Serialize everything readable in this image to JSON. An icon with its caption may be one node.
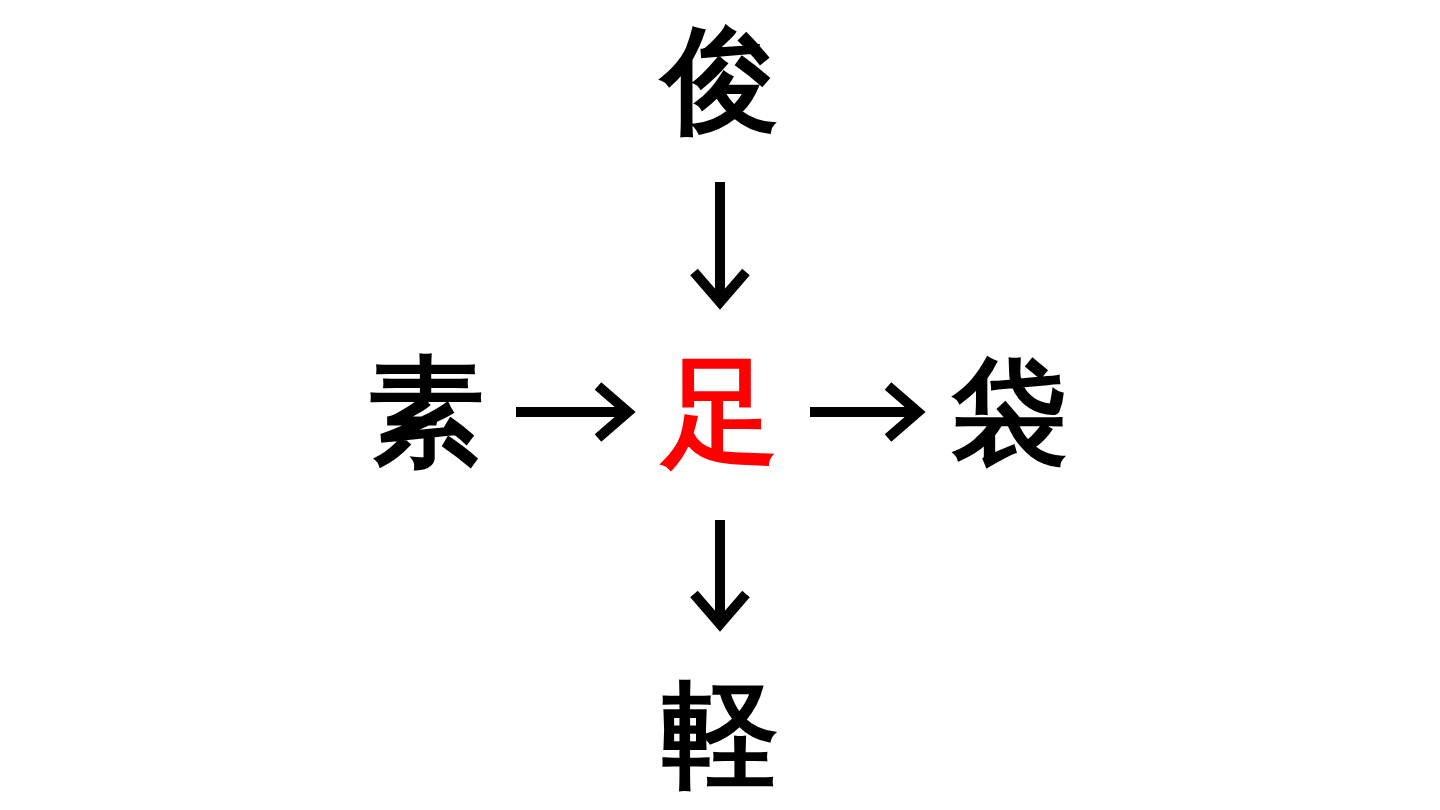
{
  "diagram": {
    "nodes": [
      {
        "text": [
          "俊"
        ]
      },
      {
        "text": [
          "素"
        ]
      },
      {
        "text": [
          "足"
        ]
      },
      {
        "text": [
          "袋"
        ]
      },
      {
        "text": [
          "軽"
        ]
      }
    ],
    "edges": [
      {
        "from": 0,
        "to": 2,
        "arrow": "to"
      },
      {
        "from": 1,
        "to": 2,
        "arrow": "to"
      },
      {
        "from": 2,
        "to": 3,
        "arrow": "to"
      },
      {
        "from": 2,
        "to": 4,
        "arrow": "to"
      }
    ]
  }
}
